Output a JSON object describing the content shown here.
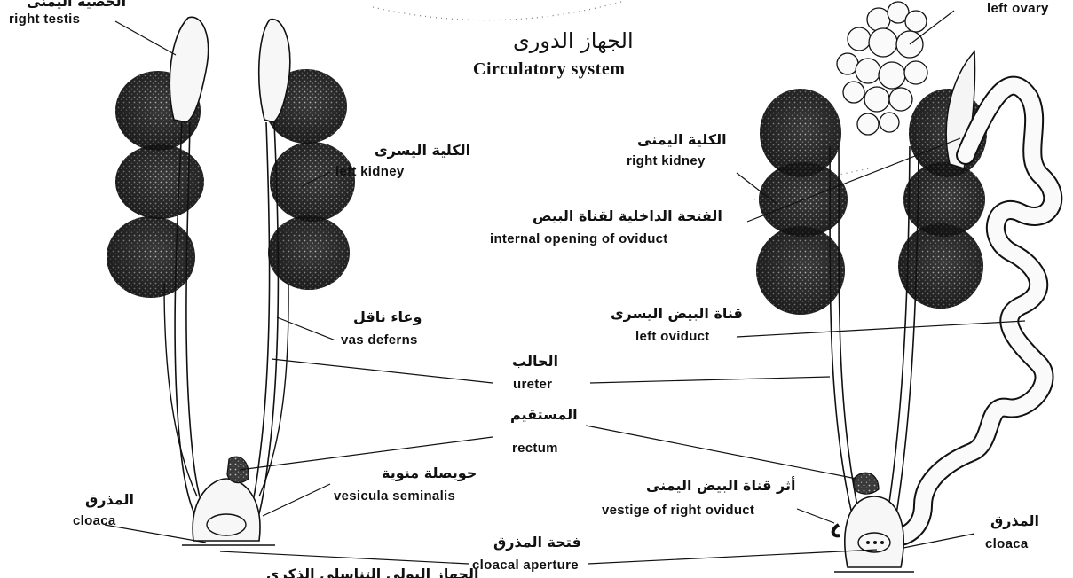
{
  "title": {
    "ar": "الجهاز الدورى",
    "en": "Circulatory system"
  },
  "male": {
    "right_testis": {
      "ar": "الخصية اليمنى",
      "en": "right testis"
    },
    "left_kidney": {
      "ar": "الكلية اليسرى",
      "en": "left kidney"
    },
    "vas_deferens": {
      "ar": "وعاء ناقل",
      "en": "vas deferns"
    },
    "vesicula_seminalis": {
      "ar": "حويصلة منوية",
      "en": "vesicula seminalis"
    },
    "cloaca": {
      "ar": "المذرق",
      "en": "cloaca"
    },
    "bottom_caption": {
      "ar": "الجهاز البولي التناسلي الذكري"
    }
  },
  "shared": {
    "ureter": {
      "ar": "الحالب",
      "en": "ureter"
    },
    "rectum": {
      "ar": "المستقيم",
      "en": "rectum"
    },
    "cloacal_aperture": {
      "ar": "فتحة المذرق",
      "en": "cloacal aperture"
    }
  },
  "female": {
    "left_ovary": {
      "en": "left ovary"
    },
    "right_kidney": {
      "ar": "الكلية اليمنى",
      "en": "right kidney"
    },
    "internal_opening": {
      "ar": "الفتحة الداخلية لقناة البيض",
      "en": "internal opening of oviduct"
    },
    "left_oviduct": {
      "ar": "قناة البيض اليسرى",
      "en": "left oviduct"
    },
    "vestige": {
      "ar": "أثر قناة البيض اليمنى",
      "en": "vestige of right oviduct"
    },
    "cloaca": {
      "ar": "المذرق",
      "en": "cloaca"
    }
  }
}
